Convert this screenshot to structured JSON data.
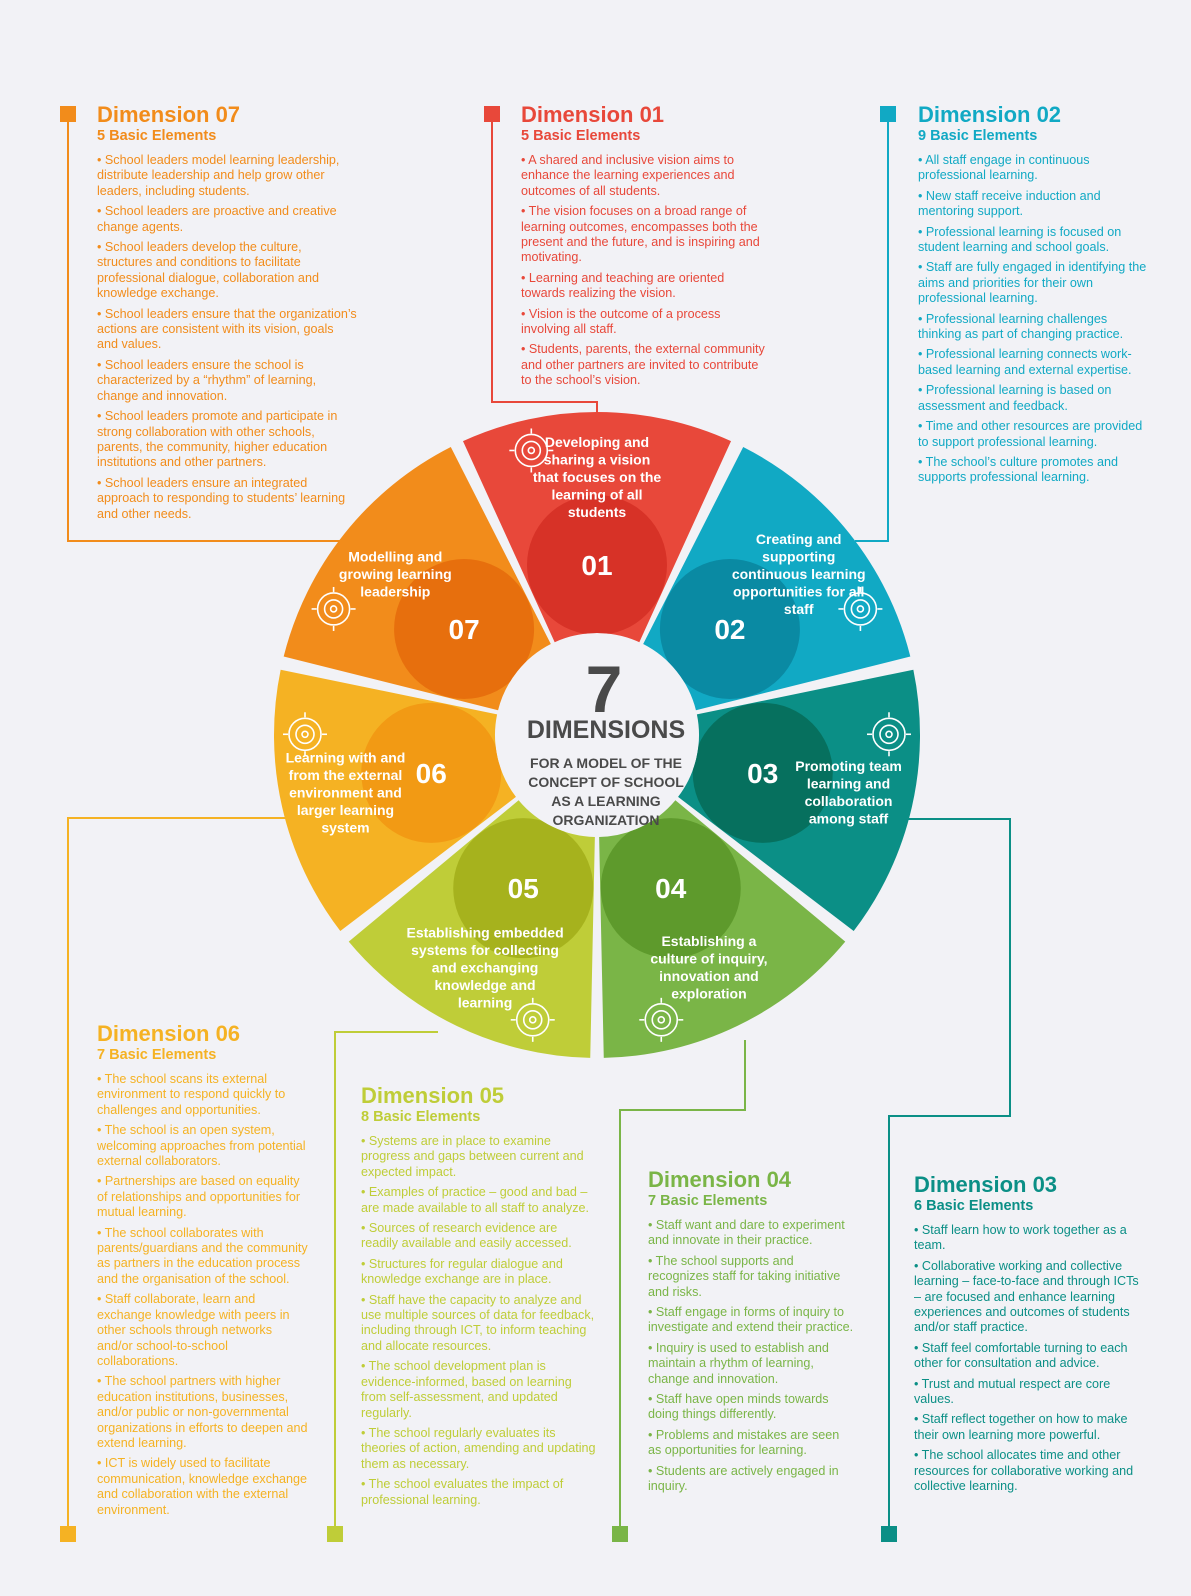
{
  "center": {
    "number": "7",
    "title": "DIMENSIONS",
    "subtitle_lines": [
      "FOR A MODEL OF THE",
      "CONCEPT OF SCHOOL",
      "AS A LEARNING",
      "ORGANIZATION"
    ]
  },
  "colors": {
    "d01": "#e8483a",
    "d02": "#11a9c4",
    "d03": "#0b8f86",
    "d04": "#7ab547",
    "d05": "#bfcd38",
    "d06": "#f5b223",
    "d07": "#f28c1b",
    "d01_dark": "#d73227",
    "d02_dark": "#0a8aa3",
    "d03_dark": "#06705e",
    "d04_dark": "#5e9a2c",
    "d05_dark": "#a6b21d",
    "d06_dark": "#f29a14",
    "d07_dark": "#e76f0d"
  },
  "segments": [
    {
      "num": "01",
      "label_lines": [
        "Developing and",
        "sharing a vision",
        "that focuses on the",
        "learning of all",
        "students"
      ],
      "icon": "target-icon"
    },
    {
      "num": "02",
      "label_lines": [
        "Creating and",
        "supporting",
        "continuous learning",
        "opportunities for all",
        "staff"
      ],
      "icon": "group-learning-icon"
    },
    {
      "num": "03",
      "label_lines": [
        "Promoting team",
        "learning and",
        "collaboration",
        "among staff"
      ],
      "icon": "handshake-network-icon"
    },
    {
      "num": "04",
      "label_lines": [
        "Establishing a",
        "culture of inquiry,",
        "innovation and",
        "exploration"
      ],
      "icon": "lightbulb-circuit-icon"
    },
    {
      "num": "05",
      "label_lines": [
        "Establishing embedded",
        "systems for collecting",
        "and exchanging",
        "knowledge and",
        "learning"
      ],
      "icon": "brain-gears-icon"
    },
    {
      "num": "06",
      "label_lines": [
        "Learning with and",
        "from the external",
        "environment and",
        "larger learning",
        "system"
      ],
      "icon": "map-network-icon"
    },
    {
      "num": "07",
      "label_lines": [
        "Modelling and",
        "growing learning",
        "leadership"
      ],
      "icon": "head-staircase-icon"
    }
  ],
  "dimensions": {
    "d07": {
      "title": "Dimension 07",
      "subtitle": "5 Basic Elements",
      "items": [
        "• School leaders model learning leadership, distribute leadership and help grow other leaders, including students.",
        "• School leaders are proactive and creative change agents.",
        "• School leaders develop the culture, structures and conditions to facilitate professional dialogue, collaboration and knowledge exchange.",
        "• School leaders ensure that the organization’s actions are consistent with its vision, goals and values.",
        "• School leaders ensure the school is characterized by a “rhythm” of learning, change and innovation.",
        "• School leaders promote and participate in strong collaboration with other schools, parents, the community, higher education institutions and other partners.",
        "• School leaders ensure an integrated approach to responding to students’ learning and other needs."
      ]
    },
    "d01": {
      "title": "Dimension 01",
      "subtitle": "5 Basic Elements",
      "items": [
        "• A shared and inclusive vision aims to enhance the learning experiences and outcomes of all students.",
        "• The vision focuses on a broad range of learning outcomes, encompasses both the present and the future, and is inspiring and motivating.",
        "• Learning and teaching are oriented towards realizing the vision.",
        "• Vision is the outcome of a process involving all staff.",
        "• Students, parents, the external community and other partners are invited to contribute to the school’s vision."
      ]
    },
    "d02": {
      "title": "Dimension 02",
      "subtitle": "9 Basic Elements",
      "items": [
        "• All staff engage in continuous professional learning.",
        "• New staff receive induction and mentoring support.",
        "• Professional learning is focused on student learning and school goals.",
        "• Staff are fully engaged in identifying the aims and priorities for their own professional learning.",
        "• Professional learning challenges thinking as part of changing practice.",
        "• Professional learning connects work-based learning and external expertise.",
        "• Professional learning is based on assessment and feedback.",
        "• Time and other resources are provided to support professional learning.",
        "• The school’s culture promotes and supports professional learning."
      ]
    },
    "d06": {
      "title": "Dimension 06",
      "subtitle": "7 Basic Elements",
      "items": [
        "• The school scans its external environment to respond quickly to challenges and opportunities.",
        "• The school is an open system, welcoming approaches from potential external collaborators.",
        "• Partnerships are based on equality of relationships and opportunities for mutual learning.",
        "• The school collaborates with parents/guardians and the community as partners in the education process and the organisation of the school.",
        "• Staff collaborate, learn and exchange knowledge with peers in other schools through networks and/or school-to-school collaborations.",
        "• The school partners with higher education institutions, businesses, and/or public or non-governmental organizations in efforts to deepen and extend learning.",
        "• ICT is widely used to facilitate communication, knowledge exchange and collaboration with the external environment."
      ]
    },
    "d05": {
      "title": "Dimension 05",
      "subtitle": "8 Basic Elements",
      "items": [
        "• Systems are in place to examine progress and gaps between current and expected impact.",
        "• Examples of practice – good and bad – are made available to all staff to analyze.",
        "• Sources of research evidence are readily available and easily accessed.",
        "• Structures for regular dialogue and knowledge exchange are in place.",
        "• Staff have the capacity to analyze and use multiple sources of data for feedback, including through ICT, to inform teaching and allocate resources.",
        "• The school development plan is evidence-informed, based on learning from self-assessment, and updated regularly.",
        "• The school regularly evaluates its theories of action, amending and updating them as necessary.",
        "• The school evaluates the impact of professional learning."
      ]
    },
    "d04": {
      "title": "Dimension 04",
      "subtitle": "7 Basic Elements",
      "items": [
        "• Staff want and dare to experiment and innovate in their practice.",
        "• The school supports and recognizes staff for taking initiative and risks.",
        "• Staff engage in forms of inquiry to investigate and extend their practice.",
        "• Inquiry is used to establish and maintain a rhythm of learning, change and innovation.",
        "• Staff have open minds towards doing things differently.",
        "• Problems and mistakes are seen as opportunities for learning.",
        "• Students are actively engaged in inquiry."
      ]
    },
    "d03": {
      "title": "Dimension 03",
      "subtitle": "6 Basic Elements",
      "items": [
        "• Staff learn how to work together as a team.",
        "• Collaborative working and collective learning – face-to-face and through ICTs – are focused and enhance learning experiences and outcomes of students and/or staff practice.",
        "• Staff feel comfortable turning to each other for consultation and advice.",
        "• Trust and mutual respect are core values.",
        "• Staff reflect together on how to make their own learning more powerful.",
        "• The school allocates time and other resources for collaborative working and collective learning."
      ]
    }
  }
}
